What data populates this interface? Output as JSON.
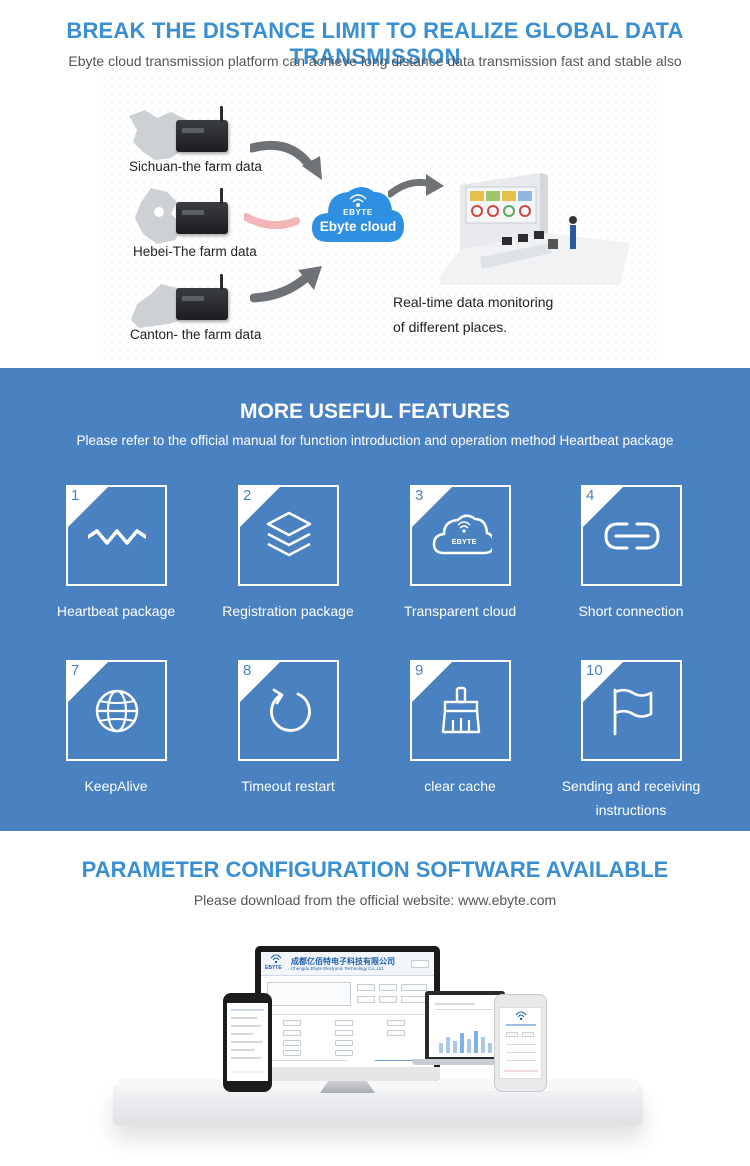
{
  "section1": {
    "title": "BREAK THE DISTANCE LIMIT TO REALIZE GLOBAL DATA TRANSMISSION",
    "subtitle": "Ebyte cloud transmission platform can achieve long distance data transmission fast and stable also",
    "regions": [
      {
        "label": "Sichuan-the farm data"
      },
      {
        "label": "Hebei-The farm data"
      },
      {
        "label": "Canton- the farm data"
      }
    ],
    "cloud": {
      "brand": "EBYTE",
      "label": "Ebyte cloud"
    },
    "monitor_line1": "Real-time data monitoring",
    "monitor_line2": "of different places."
  },
  "section2": {
    "title": "MORE USEFUL FEATURES",
    "subtitle": "Please refer to the official manual for function introduction and operation method Heartbeat package",
    "features": [
      {
        "num": "1",
        "label": "Heartbeat package",
        "icon": "heartbeat-wave-icon"
      },
      {
        "num": "2",
        "label": "Registration package",
        "icon": "layers-icon"
      },
      {
        "num": "3",
        "label": "Transparent cloud",
        "icon": "ebyte-cloud-icon",
        "icon_text": "EBYTE"
      },
      {
        "num": "4",
        "label": "Short connection",
        "icon": "link-icon"
      },
      {
        "num": "7",
        "label": "KeepAlive",
        "icon": "globe-icon"
      },
      {
        "num": "8",
        "label": "Timeout restart",
        "icon": "restart-icon"
      },
      {
        "num": "9",
        "label": "clear cache",
        "icon": "brush-icon"
      },
      {
        "num": "10",
        "label": "Sending and receiving instructions",
        "label_line1": "Sending and receiving",
        "label_line2": "instructions",
        "icon": "flag-icon"
      }
    ]
  },
  "section3": {
    "title": "PARAMETER CONFIGURATION SOFTWARE AVAILABLE",
    "subtitle": "Please download from the official website: www.ebyte.com",
    "software": {
      "brand": "EBYTE",
      "company_cn": "成都亿佰特电子科技有限公司",
      "company_en": "Chengdu Ebyte Electronic Technology Co.,Ltd."
    }
  },
  "colors": {
    "accent_blue": "#3a8fd3",
    "features_bg": "#4a82c1",
    "cloud_blue": "#2f8fe0"
  }
}
